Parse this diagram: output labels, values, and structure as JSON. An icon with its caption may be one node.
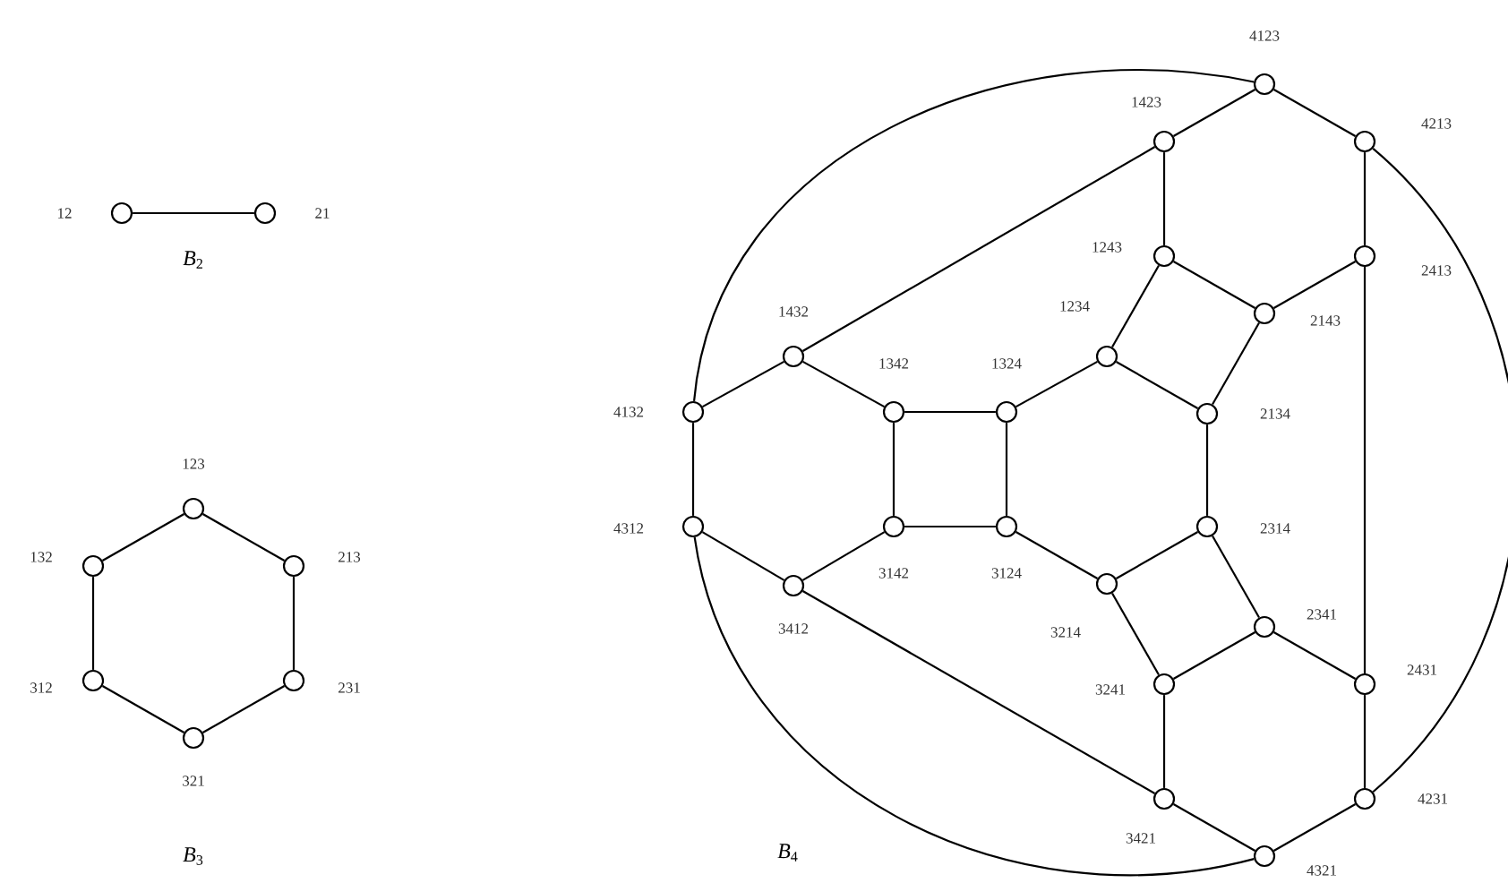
{
  "diagram": {
    "nodes": [
      {
        "text": [],
        "shape": "circle",
        "beside": [
          "12"
        ]
      },
      {
        "text": [],
        "shape": "circle",
        "beside": [
          "21"
        ]
      },
      {
        "text": [],
        "shape": "circle",
        "beside": [
          "123"
        ]
      },
      {
        "text": [],
        "shape": "circle",
        "beside": [
          "132"
        ]
      },
      {
        "text": [],
        "shape": "circle",
        "beside": [
          "213"
        ]
      },
      {
        "text": [],
        "shape": "circle",
        "beside": [
          "312"
        ]
      },
      {
        "text": [],
        "shape": "circle",
        "beside": [
          "231"
        ]
      },
      {
        "text": [],
        "shape": "circle",
        "beside": [
          "321"
        ]
      },
      {
        "text": [],
        "shape": "circle",
        "beside": [
          "4123"
        ]
      },
      {
        "text": [],
        "shape": "circle",
        "beside": [
          "1423"
        ]
      },
      {
        "text": [],
        "shape": "circle",
        "beside": [
          "4213"
        ]
      },
      {
        "text": [],
        "shape": "circle",
        "beside": [
          "1243"
        ]
      },
      {
        "text": [],
        "shape": "circle",
        "beside": [
          "2413"
        ]
      },
      {
        "text": [],
        "shape": "circle",
        "beside": [
          "2143"
        ]
      },
      {
        "text": [],
        "shape": "circle",
        "beside": [
          "1432"
        ]
      },
      {
        "text": [],
        "shape": "circle",
        "beside": [
          "1234"
        ]
      },
      {
        "text": [],
        "shape": "circle",
        "beside": [
          "4132"
        ]
      },
      {
        "text": [],
        "shape": "circle",
        "beside": [
          "1342"
        ]
      },
      {
        "text": [],
        "shape": "circle",
        "beside": [
          "1324"
        ]
      },
      {
        "text": [],
        "shape": "circle",
        "beside": [
          "2134"
        ]
      },
      {
        "text": [],
        "shape": "circle",
        "beside": [
          "4312"
        ]
      },
      {
        "text": [],
        "shape": "circle",
        "beside": [
          "3142"
        ]
      },
      {
        "text": [],
        "shape": "circle",
        "beside": [
          "3124"
        ]
      },
      {
        "text": [],
        "shape": "circle",
        "beside": [
          "2314"
        ]
      },
      {
        "text": [],
        "shape": "circle",
        "beside": [
          "3412"
        ]
      },
      {
        "text": [],
        "shape": "circle",
        "beside": [
          "3214"
        ]
      },
      {
        "text": [],
        "shape": "circle",
        "beside": [
          "2341"
        ]
      },
      {
        "text": [],
        "shape": "circle",
        "beside": [
          "3241"
        ]
      },
      {
        "text": [],
        "shape": "circle",
        "beside": [
          "2431"
        ]
      },
      {
        "text": [],
        "shape": "circle",
        "beside": [
          "3421"
        ]
      },
      {
        "text": [],
        "shape": "circle",
        "beside": [
          "4231"
        ]
      },
      {
        "text": [],
        "shape": "circle",
        "beside": [
          "4321"
        ]
      }
    ],
    "edges": [
      {
        "from": 0,
        "to": 1,
        "arrow": "none"
      },
      {
        "from": 2,
        "to": 3,
        "arrow": "none"
      },
      {
        "from": 2,
        "to": 4,
        "arrow": "none"
      },
      {
        "from": 3,
        "to": 5,
        "arrow": "none"
      },
      {
        "from": 4,
        "to": 6,
        "arrow": "none"
      },
      {
        "from": 5,
        "to": 7,
        "arrow": "none"
      },
      {
        "from": 6,
        "to": 7,
        "arrow": "none"
      },
      {
        "from": 16,
        "to": 14,
        "arrow": "none"
      },
      {
        "from": 16,
        "to": 20,
        "arrow": "none"
      },
      {
        "from": 16,
        "to": 8,
        "arrow": "none"
      },
      {
        "from": 14,
        "to": 17,
        "arrow": "none"
      },
      {
        "from": 14,
        "to": 9,
        "arrow": "none"
      },
      {
        "from": 17,
        "to": 18,
        "arrow": "none"
      },
      {
        "from": 17,
        "to": 21,
        "arrow": "none"
      },
      {
        "from": 18,
        "to": 15,
        "arrow": "none"
      },
      {
        "from": 18,
        "to": 22,
        "arrow": "none"
      },
      {
        "from": 8,
        "to": 9,
        "arrow": "none"
      },
      {
        "from": 8,
        "to": 10,
        "arrow": "none"
      },
      {
        "from": 9,
        "to": 11,
        "arrow": "none"
      },
      {
        "from": 10,
        "to": 12,
        "arrow": "none"
      },
      {
        "from": 10,
        "to": 30,
        "arrow": "none"
      },
      {
        "from": 11,
        "to": 13,
        "arrow": "none"
      },
      {
        "from": 11,
        "to": 15,
        "arrow": "none"
      },
      {
        "from": 12,
        "to": 13,
        "arrow": "none"
      },
      {
        "from": 12,
        "to": 28,
        "arrow": "none"
      },
      {
        "from": 13,
        "to": 19,
        "arrow": "none"
      },
      {
        "from": 15,
        "to": 19,
        "arrow": "none"
      },
      {
        "from": 19,
        "to": 23,
        "arrow": "none"
      },
      {
        "from": 20,
        "to": 24,
        "arrow": "none"
      },
      {
        "from": 20,
        "to": 31,
        "arrow": "none"
      },
      {
        "from": 24,
        "to": 21,
        "arrow": "none"
      },
      {
        "from": 24,
        "to": 29,
        "arrow": "none"
      },
      {
        "from": 21,
        "to": 22,
        "arrow": "none"
      },
      {
        "from": 22,
        "to": 25,
        "arrow": "none"
      },
      {
        "from": 23,
        "to": 25,
        "arrow": "none"
      },
      {
        "from": 23,
        "to": 26,
        "arrow": "none"
      },
      {
        "from": 25,
        "to": 27,
        "arrow": "none"
      },
      {
        "from": 26,
        "to": 27,
        "arrow": "none"
      },
      {
        "from": 26,
        "to": 28,
        "arrow": "none"
      },
      {
        "from": 27,
        "to": 29,
        "arrow": "none"
      },
      {
        "from": 28,
        "to": 30,
        "arrow": "none"
      },
      {
        "from": 29,
        "to": 31,
        "arrow": "none"
      },
      {
        "from": 30,
        "to": 31,
        "arrow": "none"
      }
    ],
    "labels": [
      "*B*$_{2}$",
      "*B*$_{3}$",
      "*B*$_{4}$"
    ]
  }
}
